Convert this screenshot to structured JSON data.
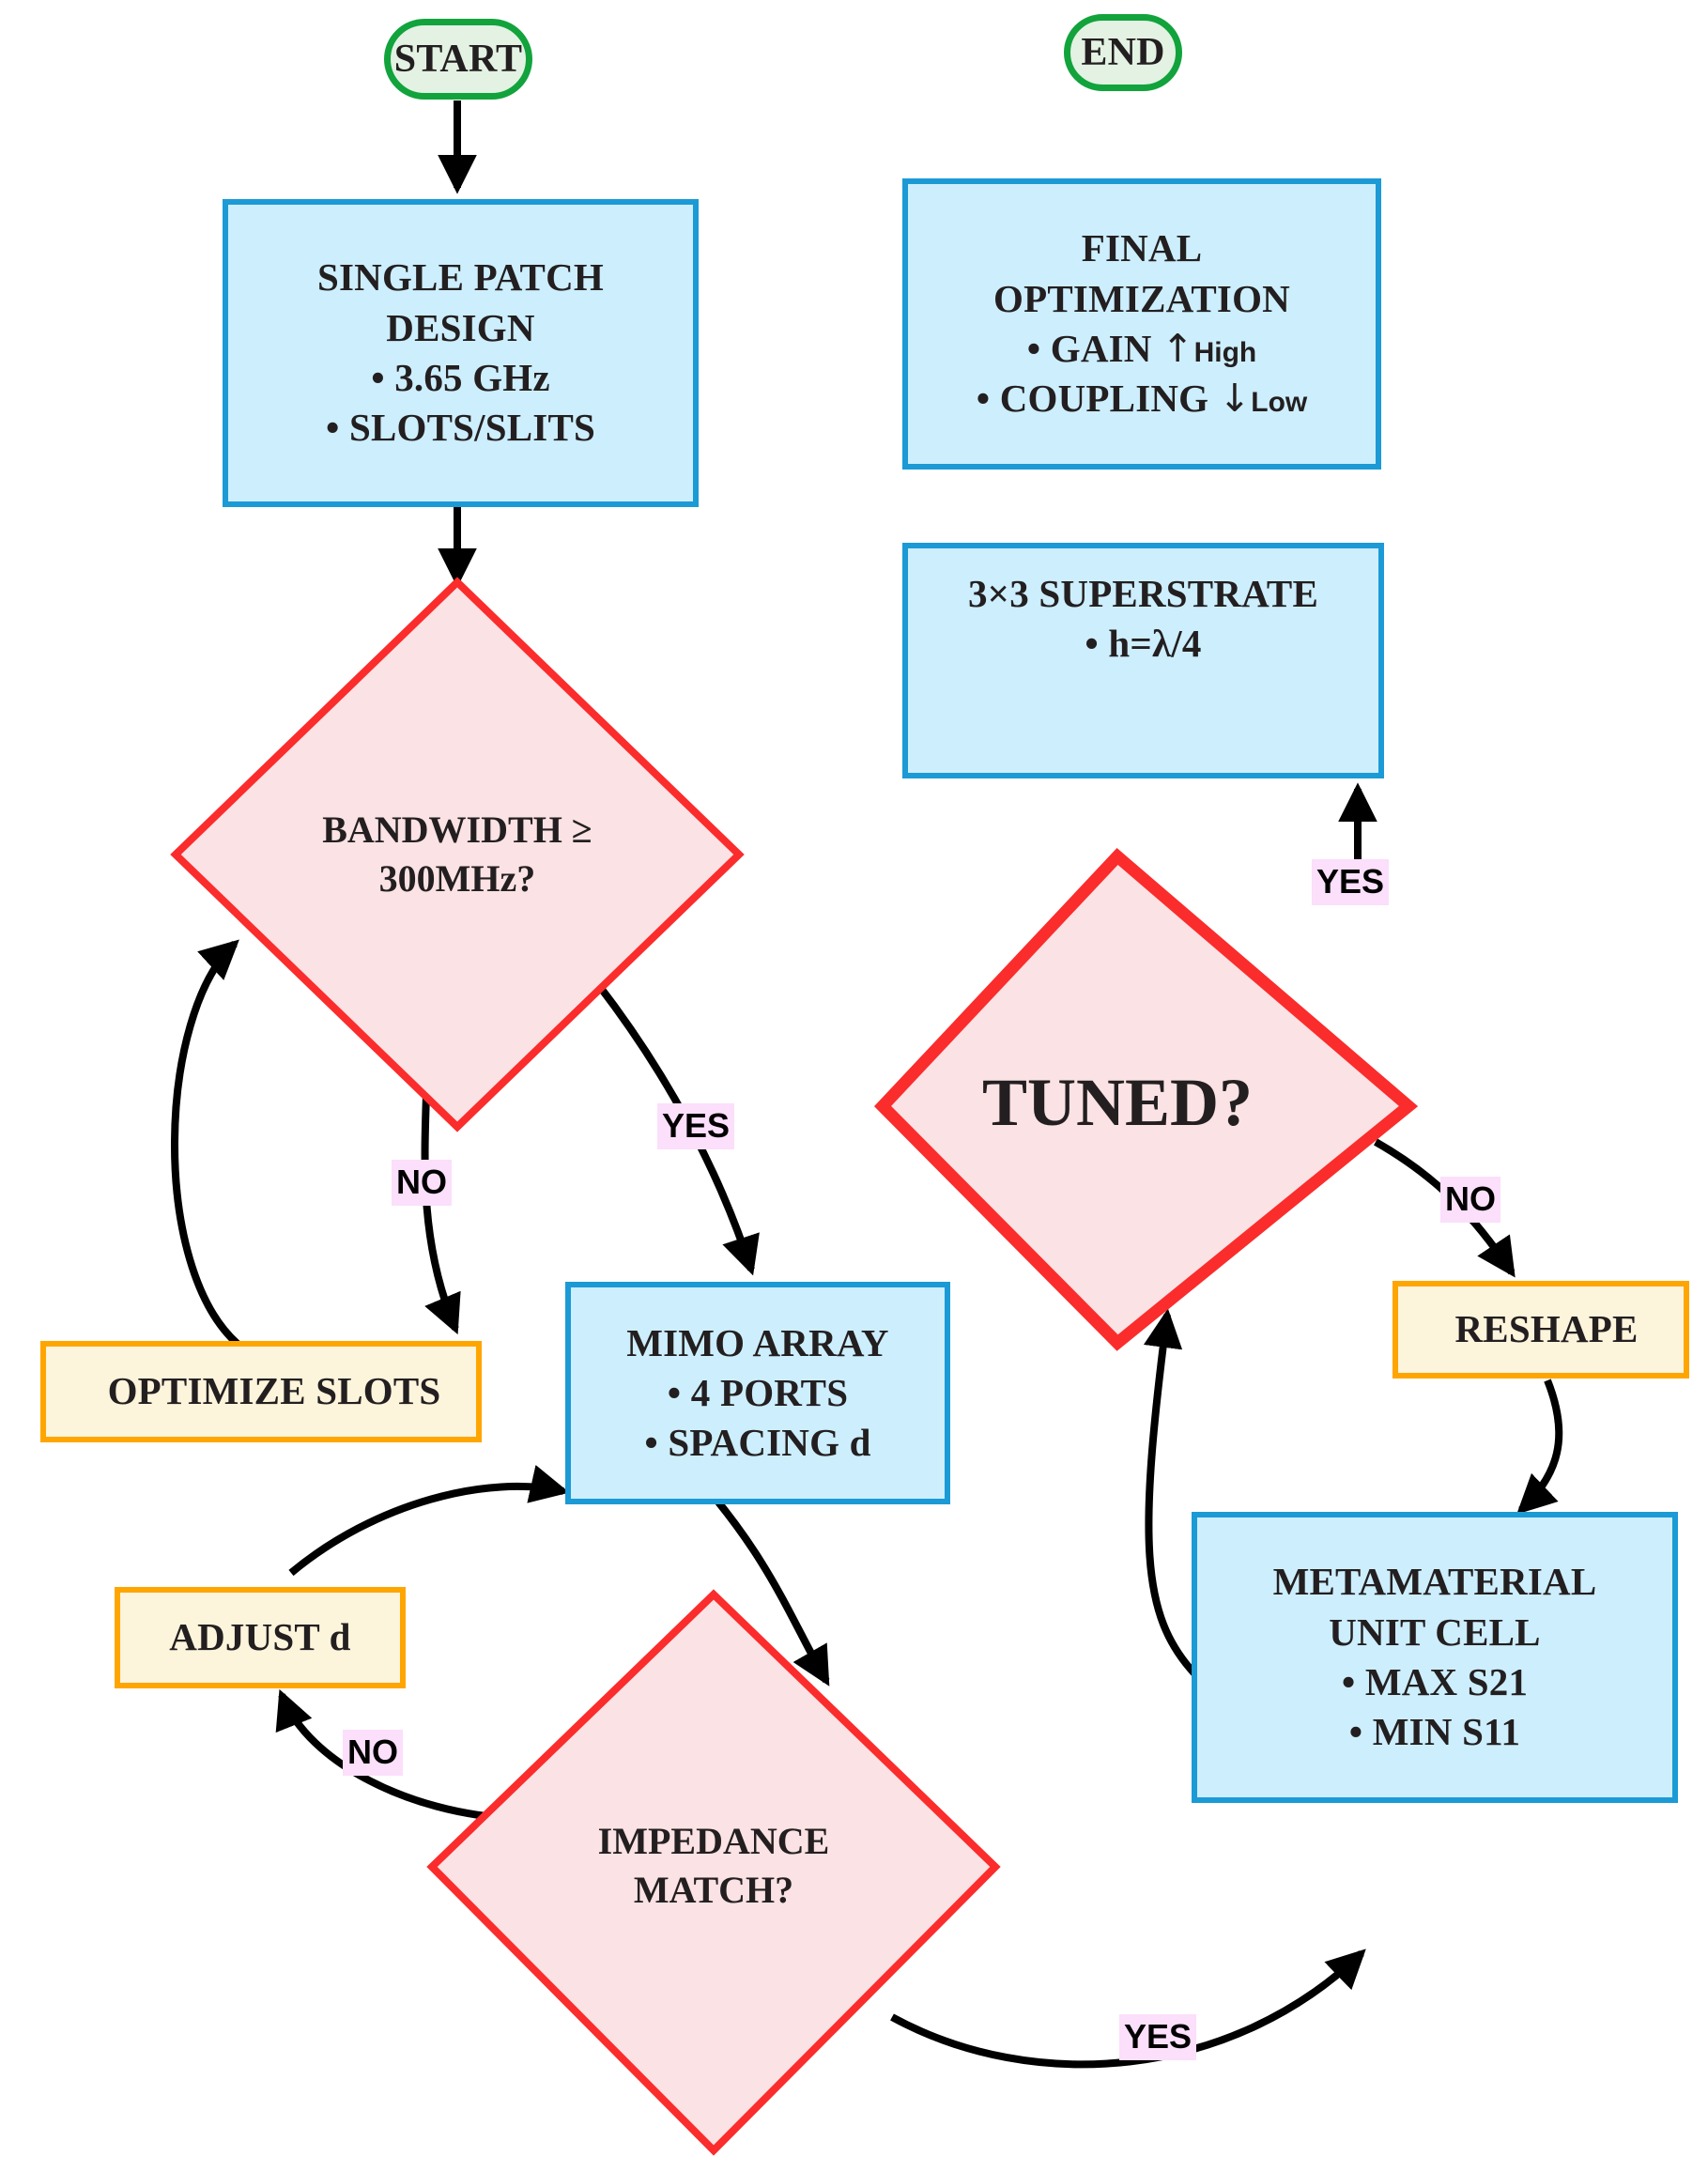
{
  "diagram": {
    "title": "MIMO Antenna Design Flowchart",
    "colors": {
      "process_fill": "#cdeefd",
      "process_border": "#1b9ad6",
      "decision_fill": "#fbe2e4",
      "decision_border": "#fb2c2c",
      "action_fill": "#fdf4dc",
      "action_border": "#ffa500",
      "terminal_fill": "#e3f2e3",
      "terminal_border": "#12a33c",
      "edge_label_bg": "#fbdffb",
      "connector": "#000000"
    }
  },
  "nodes": {
    "start": {
      "label": "START",
      "type": "terminal"
    },
    "end": {
      "label": "END",
      "type": "terminal"
    },
    "single_patch": {
      "type": "process",
      "title_line1": "SINGLE PATCH",
      "title_line2": "DESIGN",
      "bullet1": "• 3.65 GHz",
      "bullet2": "• SLOTS/SLITS"
    },
    "bandwidth_check": {
      "type": "decision",
      "line1": "BANDWIDTH ≥",
      "line2": "300MHz?"
    },
    "optimize_slots": {
      "type": "action",
      "label": "OPTIMIZE SLOTS"
    },
    "mimo_array": {
      "type": "process",
      "title": "MIMO ARRAY",
      "bullet1": "• 4 PORTS",
      "bullet2": "• SPACING d"
    },
    "impedance_match": {
      "type": "decision",
      "line1": "IMPEDANCE",
      "line2": "MATCH?"
    },
    "adjust_d": {
      "type": "action",
      "label": "ADJUST d"
    },
    "metamaterial": {
      "type": "process",
      "title_line1": "METAMATERIAL",
      "title_line2": "UNIT CELL",
      "bullet1": "• MAX S21",
      "bullet2": "• MIN S11"
    },
    "tuned_check": {
      "type": "decision",
      "label": "TUNED?"
    },
    "reshape": {
      "type": "action",
      "label": "RESHAPE"
    },
    "superstrate": {
      "type": "process",
      "title": "3×3 SUPERSTRATE",
      "bullet1": "• h=λ/4"
    },
    "final_optimization": {
      "type": "process",
      "title_line1": "FINAL",
      "title_line2": "OPTIMIZATION",
      "bullet1_text": "• GAIN",
      "bullet1_arrow": "↑",
      "bullet1_sub": "High",
      "bullet2_text": "• COUPLING",
      "bullet2_arrow": "↓",
      "bullet2_sub": "Low"
    }
  },
  "edge_labels": {
    "bandwidth_no": "NO",
    "bandwidth_yes": "YES",
    "impedance_no": "NO",
    "impedance_yes": "YES",
    "tuned_no": "NO",
    "tuned_yes": "YES"
  }
}
